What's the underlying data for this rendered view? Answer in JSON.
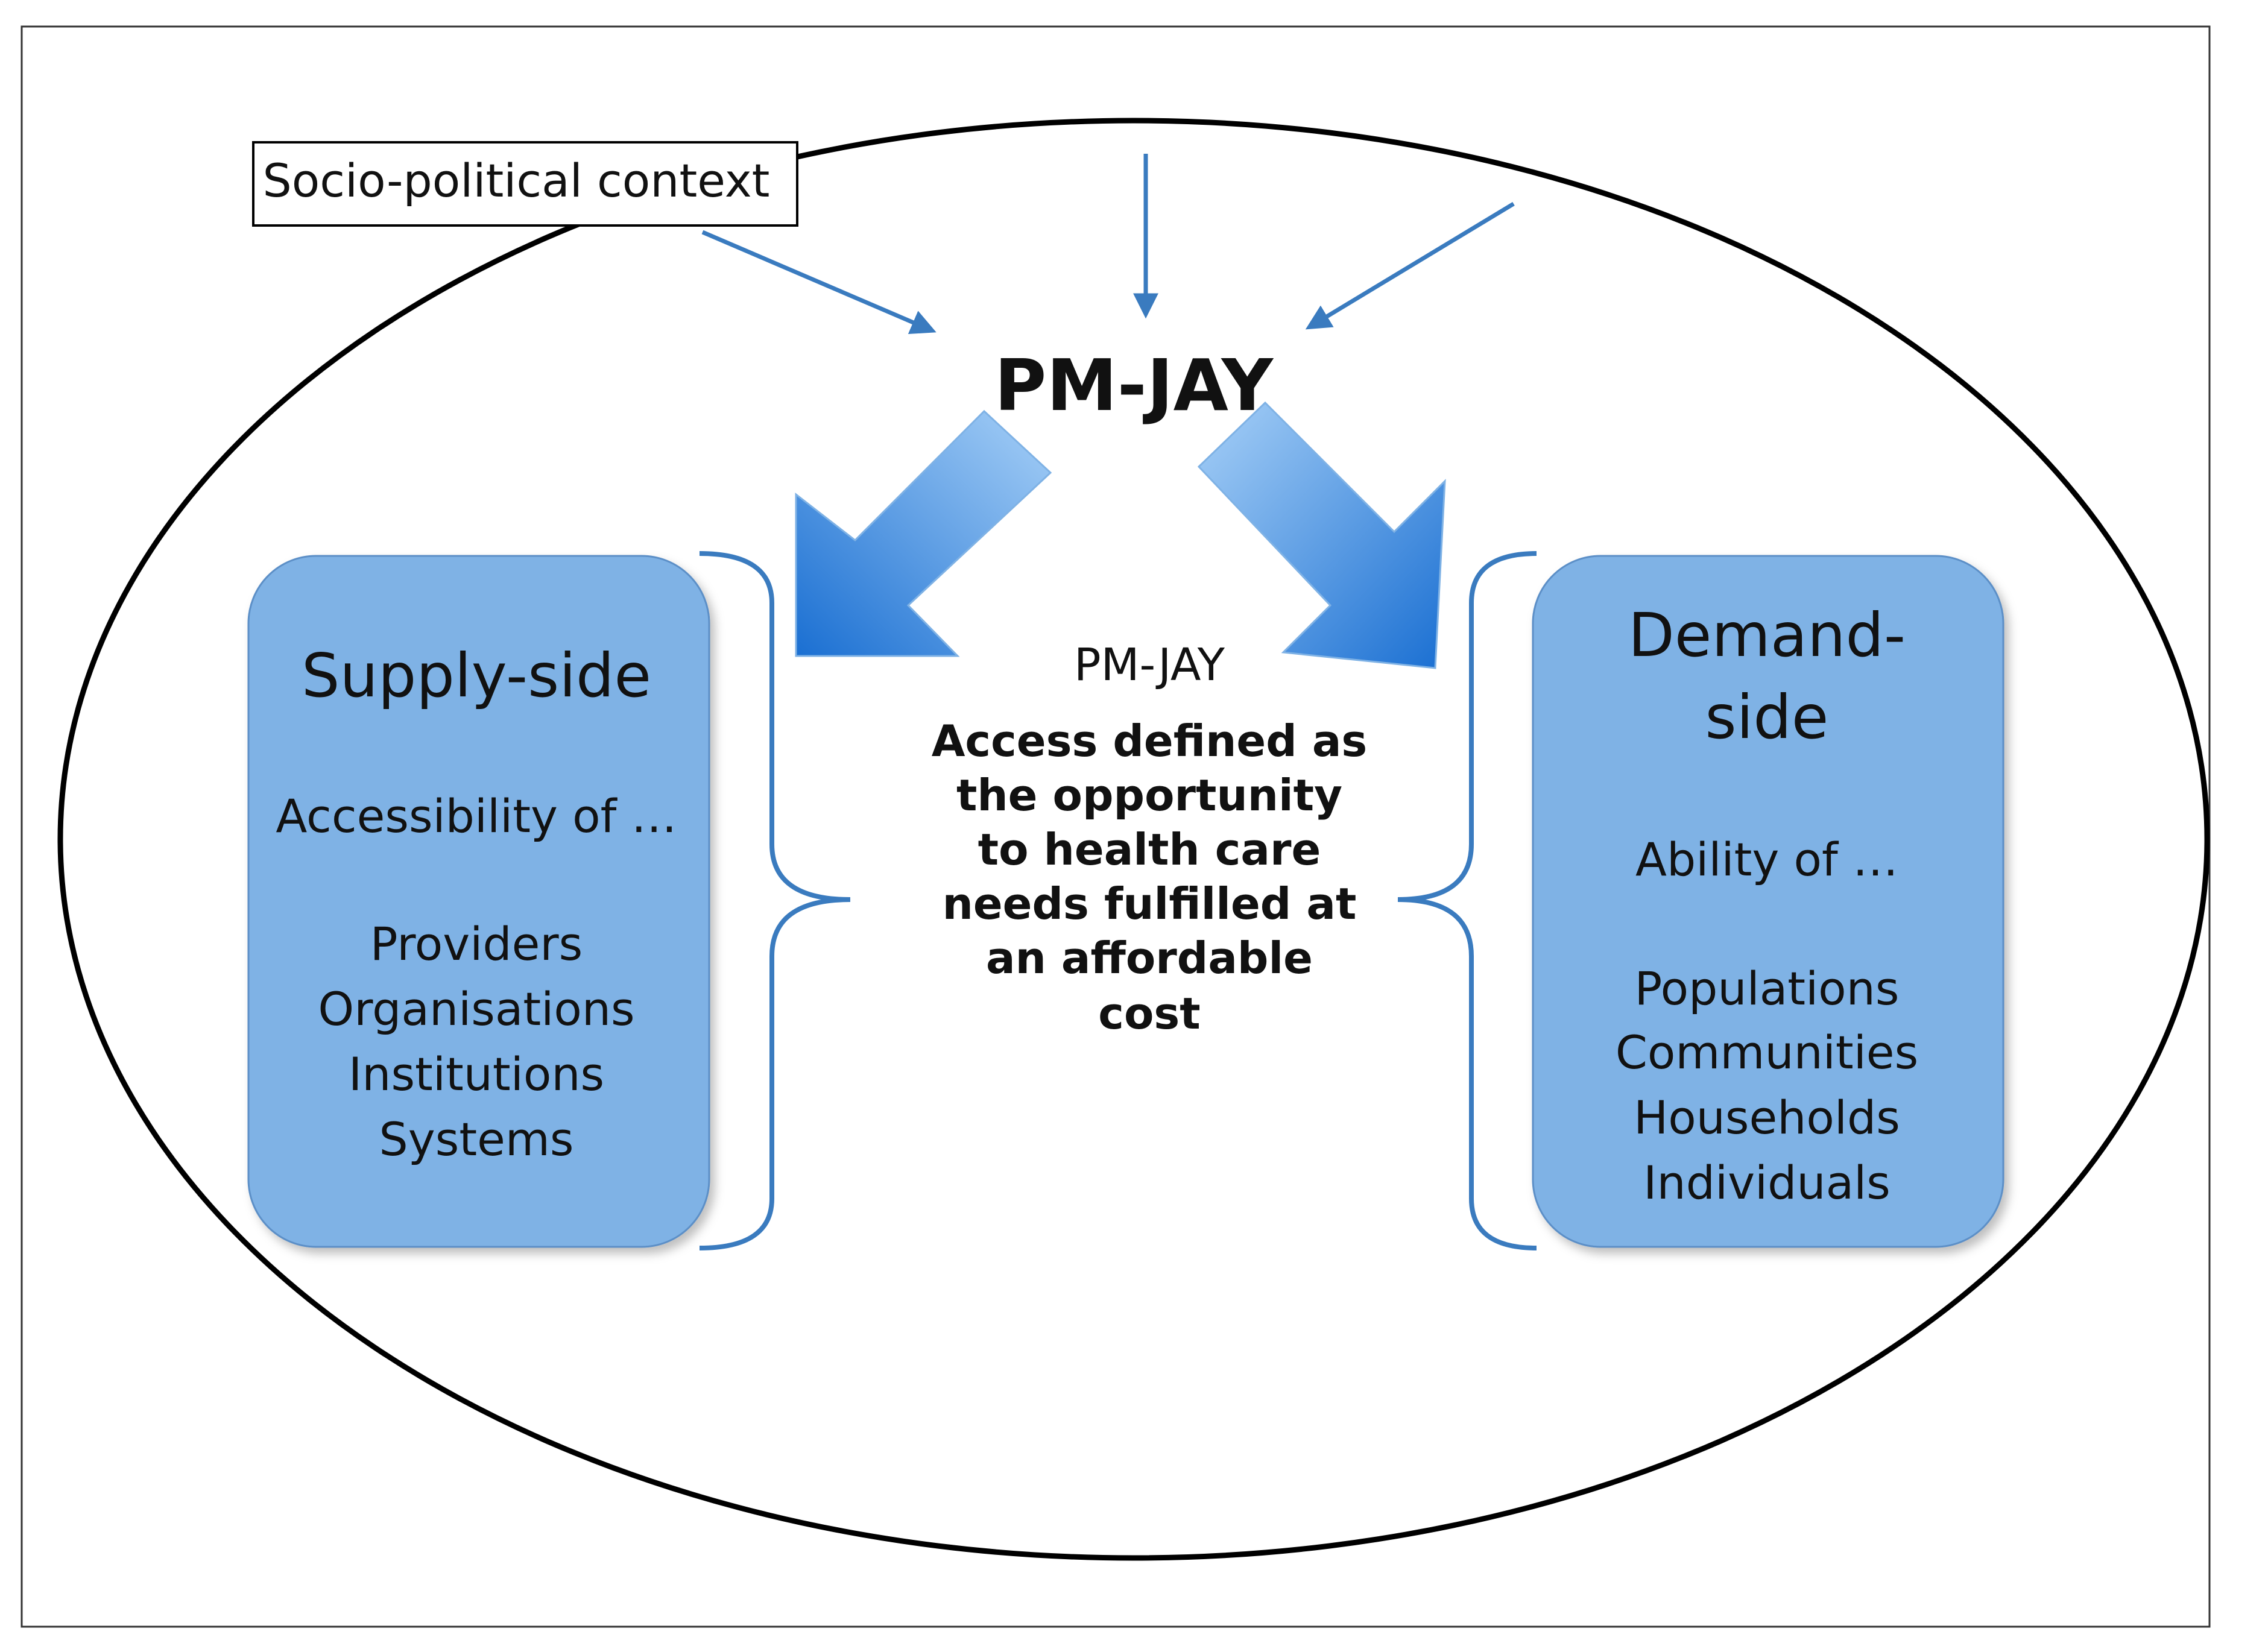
{
  "context_label": "Socio-political context",
  "main_title": "PM-JAY",
  "supply": {
    "title": "Supply-side",
    "subtitle": "Accessibility of …",
    "items": [
      "Providers",
      "Organisations",
      "Institutions",
      "Systems"
    ]
  },
  "demand": {
    "title_lines": [
      "Demand-",
      "side"
    ],
    "subtitle": "Ability of …",
    "items": [
      "Populations",
      "Communities",
      "Households",
      "Individuals"
    ]
  },
  "center": {
    "label": "PM-JAY",
    "definition_lines": [
      "Access defined as",
      "the opportunity",
      "to health care",
      "needs fulfilled at",
      "an affordable",
      "cost"
    ]
  },
  "colors": {
    "box_fill": "#7fb2e5",
    "box_stroke": "#5b8fc7",
    "arrow_dark": "#1a73d6",
    "arrow_light": "#9fcbf5",
    "thin_arrow": "#3a7bbf",
    "bracket": "#3a7bbf"
  }
}
